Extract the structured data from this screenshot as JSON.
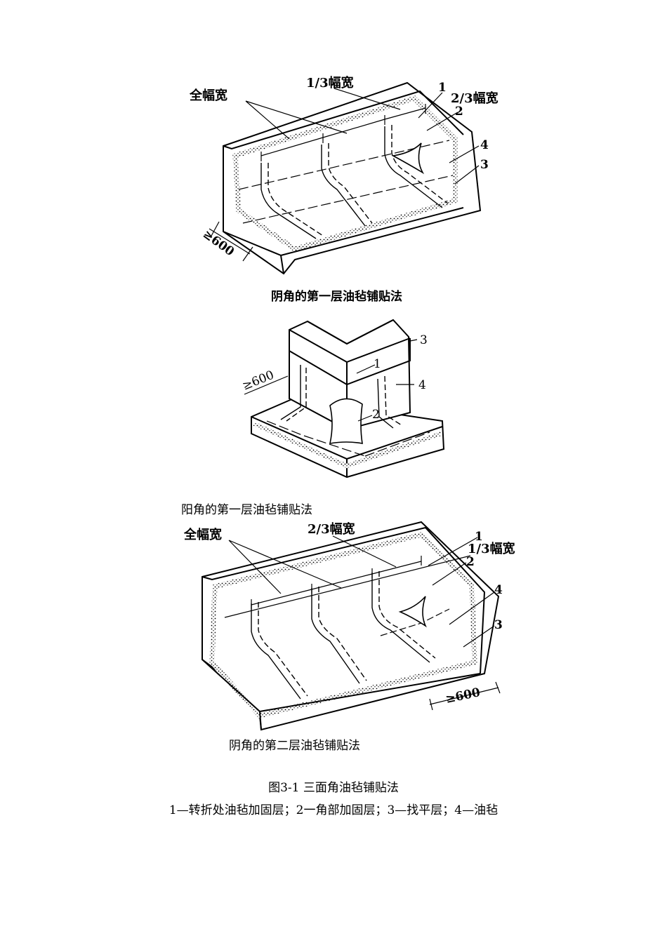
{
  "figure1": {
    "caption": "阴角的第一层油毡铺贴法",
    "labels": {
      "full_width": "全幅宽",
      "third_width": "1/3幅宽",
      "two_third_width": "2/3幅宽",
      "n1": "1",
      "n2": "2",
      "n3": "3",
      "n4": "4",
      "dim": "≥600"
    }
  },
  "figure2": {
    "caption": "阳角的第一层油毡铺贴法",
    "labels": {
      "n1": "1",
      "n2": "2",
      "n3": "3",
      "n4": "4",
      "dim": "≥600"
    }
  },
  "figure3": {
    "caption": "阴角的第二层油毡铺贴法",
    "labels": {
      "full_width": "全幅宽",
      "two_third_width": "2/3幅宽",
      "third_width": "1/3幅宽",
      "n1": "1",
      "n2": "2",
      "n3": "3",
      "n4": "4",
      "dim": "≥600"
    }
  },
  "figure_title": "图3-1 三面角油毡铺贴法",
  "legend": "1—转折处油毡加固层；2一角部加固层；3—找平层；4—油毡"
}
